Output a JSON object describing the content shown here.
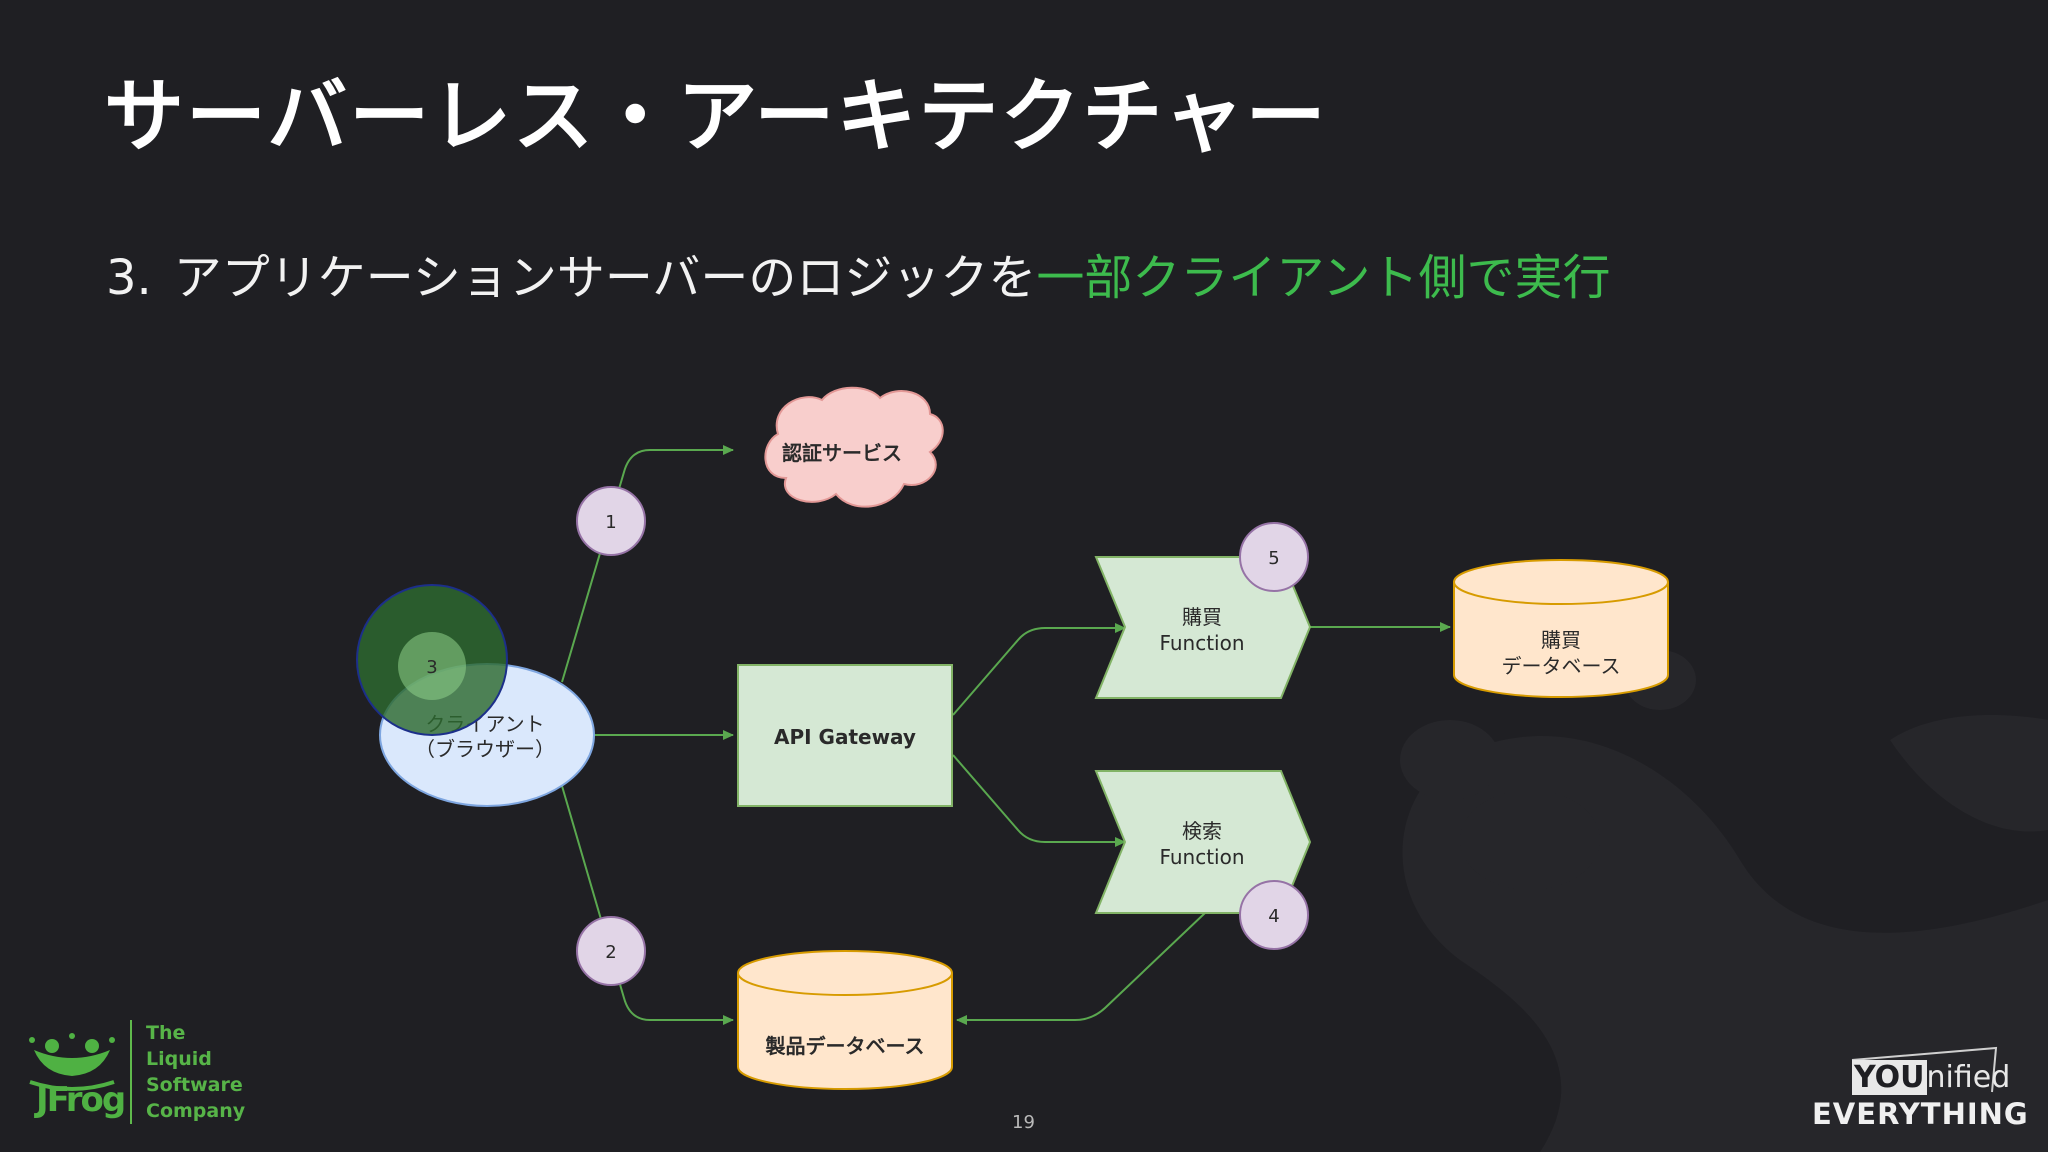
{
  "slide": {
    "title": "サーバーレス・アーキテクチャー",
    "subtitle": {
      "number": "3.",
      "text": "アプリケーションサーバーのロジックを",
      "highlight": "一部クライアント側で実行"
    },
    "page_number": "19"
  },
  "diagram": {
    "nodes": {
      "auth": "認証サービス",
      "client_line1": "クライアント",
      "client_line2": "（ブラウザー）",
      "gateway": "API Gateway",
      "purchase_fn_line1": "購買",
      "purchase_fn_line2": "Function",
      "search_fn_line1": "検索",
      "search_fn_line2": "Function",
      "purchase_db_line1": "購買",
      "purchase_db_line2": "データベース",
      "product_db": "製品データベース"
    },
    "steps": [
      "1",
      "2",
      "3",
      "4",
      "5"
    ]
  },
  "branding": {
    "jfrog_logo": "JFrog",
    "tagline": [
      "The",
      "Liquid",
      "Software",
      "Company"
    ],
    "event_logo_you": "YOU",
    "event_logo_rest": "nified",
    "event_logo_bottom": "EVERYTHING"
  },
  "colors": {
    "background": "#1f1f23",
    "accent_green": "#3dbb4d",
    "edge_green": "#5aa84f",
    "client_fill": "#dae8fc",
    "gateway_fill": "#d5e8d4",
    "db_fill": "#ffe6cc",
    "cloud_fill": "#f8cecc",
    "step_fill": "#e1d5e7",
    "highlight_circle": "#2d6a30"
  },
  "icons": [
    "jfrog-frog-icon",
    "cloud-shape",
    "cylinder-shape",
    "step-arrow-shape"
  ]
}
